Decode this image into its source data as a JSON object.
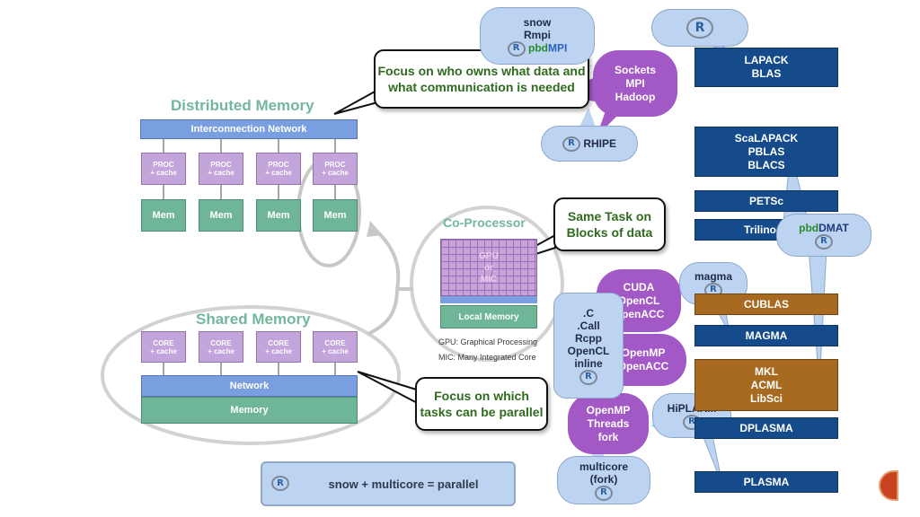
{
  "distributed": {
    "title": "Distributed Memory",
    "network": "Interconnection Network",
    "procs": [
      "PROC\n+ cache",
      "PROC\n+ cache",
      "PROC\n+ cache",
      "PROC\n+ cache"
    ],
    "mems": [
      "Mem",
      "Mem",
      "Mem",
      "Mem"
    ]
  },
  "shared": {
    "title": "Shared Memory",
    "cores": [
      "CORE\n+ cache",
      "CORE\n+ cache",
      "CORE\n+ cache",
      "CORE\n+ cache"
    ],
    "network": "Network",
    "memory": "Memory"
  },
  "coprocessor": {
    "title": "Co-Processor",
    "grid_label": "GPU\nor\nMIC",
    "local_memory": "Local Memory",
    "note_gpu": "GPU: Graphical Processing",
    "note_mic": "MIC: Many Integrated Core"
  },
  "callouts": {
    "distributed": "Focus on who owns what data and\nwhat communication is needed",
    "coprocessor": "Same Task on\nBlocks of data",
    "shared": "Focus on which\ntasks can be parallel"
  },
  "r_packages": {
    "top_bubble": [
      "snow",
      "Rmpi"
    ],
    "pbdmpi": {
      "pbd": "pbd",
      "mpi": "MPI"
    },
    "rhipe": "RHIPE",
    "bottom_banner": "snow + multicore = parallel",
    "call_bubble": ".C\n.Call\nRcpp\nOpenCL\ninline",
    "multicore_bubble": "multicore\n(fork)",
    "magma": "magma",
    "hiplarm": "HiPLARM",
    "pbddmat": {
      "pbd": "pbd",
      "dmat": "DMAT"
    },
    "r_logo": "R"
  },
  "purple_bubbles": {
    "sockets": "Sockets\nMPI\nHadoop",
    "cuda": "CUDA\nOpenCL\nOpenACC",
    "openmp_acc": "OpenMP\nOpenACC",
    "openmp_threads": "OpenMP\nThreads\nfork"
  },
  "libraries": {
    "lapack": "LAPACK\nBLAS",
    "scalapack": "ScaLAPACK\nPBLAS\nBLACS",
    "petsc": "PETSc",
    "trilinos": "Trilinos",
    "cublas": "CUBLAS",
    "magma": "MAGMA",
    "mkl": "MKL\nACML\nLibSci",
    "dplasma": "DPLASMA",
    "plasma": "PLASMA"
  },
  "colors": {
    "heading_green": "#72b79c",
    "network_blue": "#7a9fe0",
    "proc_purple": "#c3a5dc",
    "mem_green": "#6fb597",
    "lib_navy": "#154b8a",
    "lib_brown": "#a76a20",
    "bubble_purple": "#a259c5",
    "bubble_blue": "#bcd4f1",
    "callout_text": "#2f6a1f"
  }
}
